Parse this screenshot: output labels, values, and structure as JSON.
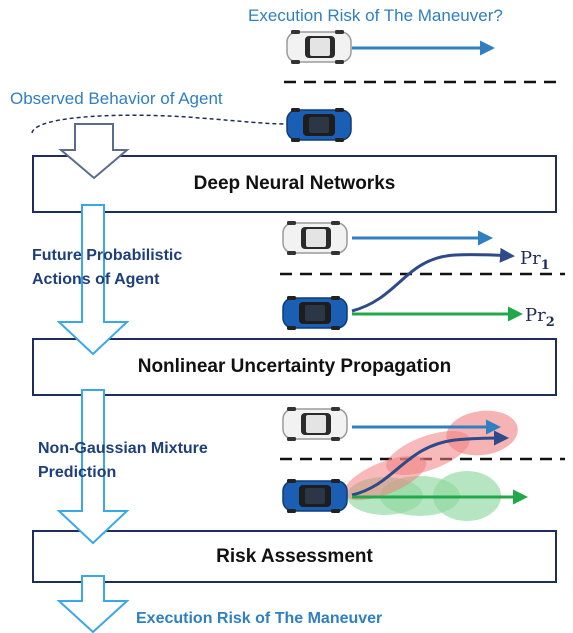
{
  "labels": {
    "top": "Execution Risk of The Maneuver?",
    "observed": "Observed Behavior of Agent",
    "future_line1": "Future Probabilistic",
    "future_line2": "Actions of Agent",
    "nongauss_line1": "Non-Gaussian Mixture",
    "nongauss_line2": "Prediction",
    "bottom": "Execution Risk of The Maneuver"
  },
  "boxes": {
    "dnn": "Deep Neural Networks",
    "propagation": "Nonlinear Uncertainty Propagation",
    "risk": "Risk Assessment"
  },
  "probabilities": {
    "pr1_base": "Pr",
    "pr1_sub": "1",
    "pr2_base": "Pr",
    "pr2_sub": "2"
  },
  "colors": {
    "arrow_blue": "#2f7fc1",
    "path_navy": "#2e4a8a",
    "path_green": "#21a84a",
    "box_border": "#1f2d5a",
    "uncertainty_red": "#f08080",
    "uncertainty_green": "#8fd9a0"
  }
}
